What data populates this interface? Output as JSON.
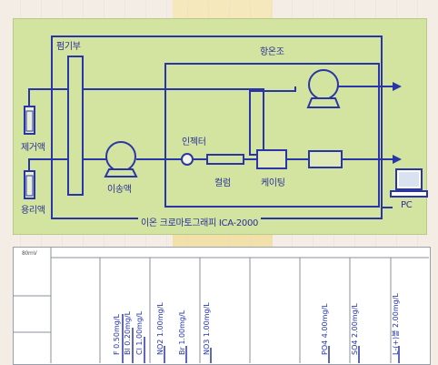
{
  "diagram": {
    "sections": {
      "pump_unit": "펌기부",
      "thermostat": "항온조"
    },
    "components": {
      "remover": "제거액",
      "eluent": "용리액",
      "carrier": "이송액",
      "injector": "인젝터",
      "column": "컬럼",
      "cartridge": "케이팅",
      "system_name": "이온 크로마토그래피 ICA-2000",
      "pc": "PC"
    }
  },
  "chromatogram": {
    "unit": "80mV",
    "peaks": [
      "F 0.50mg/L",
      "Bl 0.20mg/L",
      "Cl 1.00mg/L",
      "NO2 1.00mg/L",
      "Br 1.00mg/L",
      "NO3 1.00mg/L",
      "PO4 4.00mg/L",
      "SO4 2.00mg/L",
      "L-(+)볼 2.00mg/L"
    ]
  },
  "colors": {
    "line": "#2a36a8",
    "panel": "#d2e4a0",
    "band": "#f2d98a"
  }
}
